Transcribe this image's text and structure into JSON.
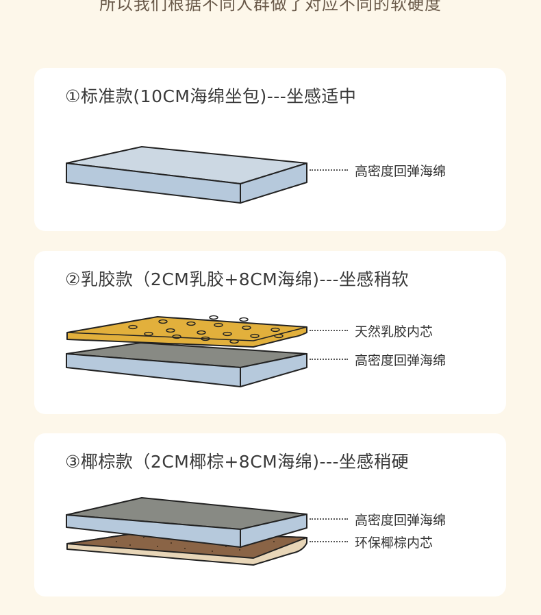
{
  "header": {
    "caption": "所以我们根据不同人群做了对应不同的软硬度"
  },
  "cards": [
    {
      "title": "①标准款(10CM海绵坐包)---坐感适中",
      "layers": [
        {
          "label": "高密度回弹海绵",
          "material": "sponge"
        }
      ]
    },
    {
      "title": "②乳胶款（2CM乳胶+8CM海绵)---坐感稍软",
      "layers": [
        {
          "label": "天然乳胶内芯",
          "material": "latex"
        },
        {
          "label": "高密度回弹海绵",
          "material": "sponge"
        }
      ]
    },
    {
      "title": "③椰棕款（2CM椰棕+8CM海绵)---坐感稍硬",
      "layers": [
        {
          "label": "高密度回弹海绵",
          "material": "sponge"
        },
        {
          "label": "环保椰棕内芯",
          "material": "coconut-palm"
        }
      ]
    }
  ],
  "colors": {
    "background": "#fdf7ea",
    "card": "#ffffff",
    "sponge_top_light": "#ccd8e3",
    "sponge_top_grey": "#888a84",
    "sponge_side": "#b6c9dc",
    "latex": "#e2b03c",
    "coconut_palm": "#8a6446",
    "coconut_edge": "#e8d6b8",
    "outline": "#222222"
  }
}
